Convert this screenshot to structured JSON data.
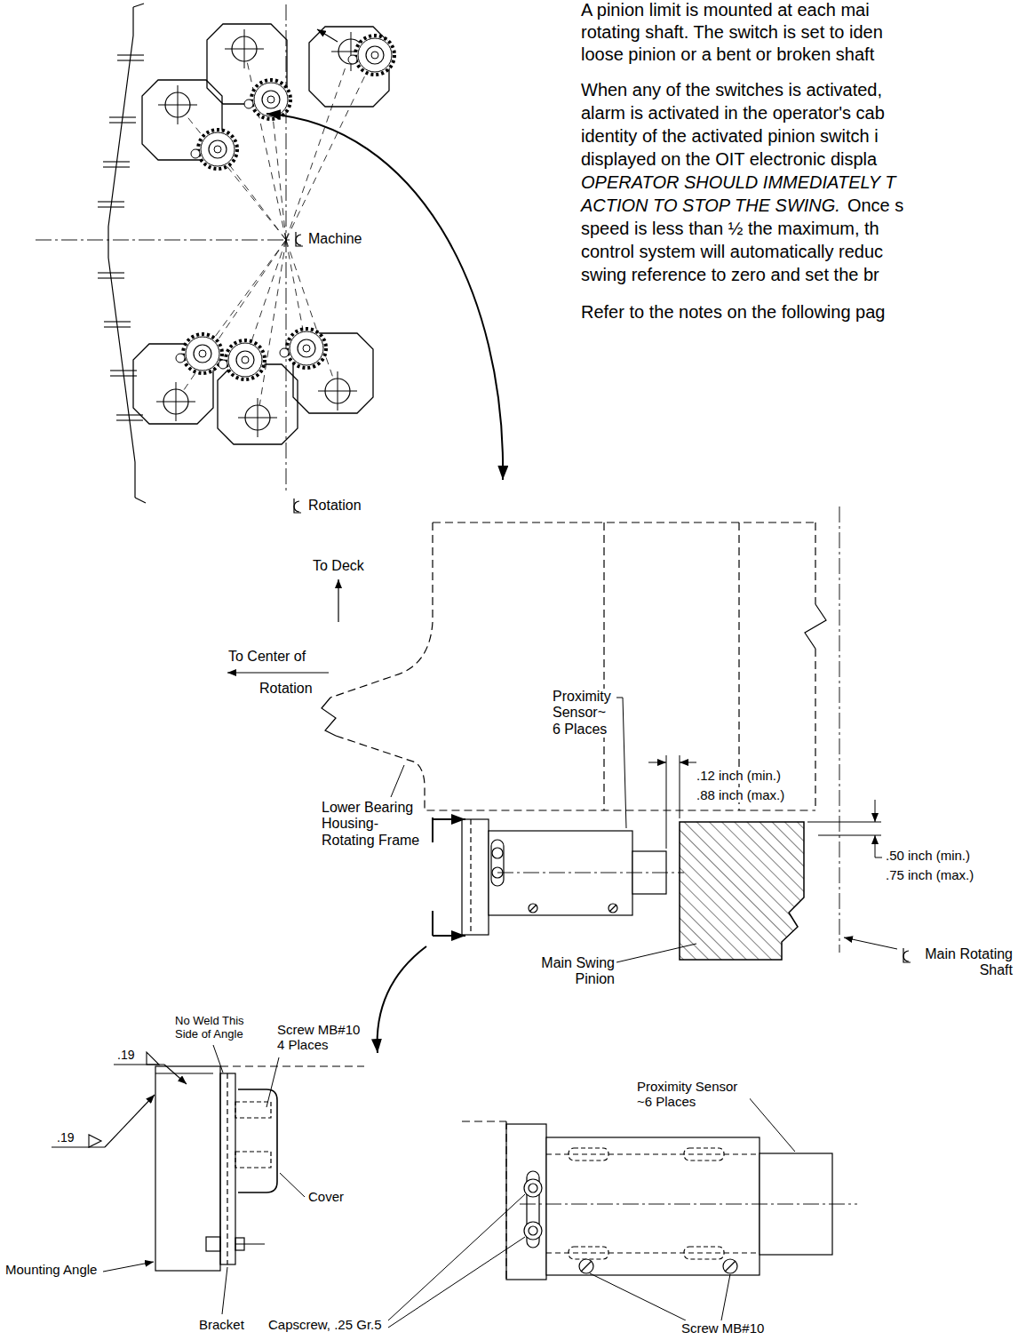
{
  "diagram": {
    "labels": [
      "A pinion limit is mounted at each mai",
      "rotating shaft. The switch is set to iden",
      "loose pinion or a bent or broken shaft",
      "When any of the switches is activated,",
      "alarm is activated in the operator's cab",
      "identity of the activated pinion switch i",
      "displayed on the OIT electronic displa",
      "OPERATOR SHOULD IMMEDIATELY T",
      "ACTION TO STOP THE SWING.",
      "Once s",
      "speed is less than ½ the maximum, th",
      "control system will automatically reduc",
      "swing reference to zero and set the br",
      "Refer to the notes on the following pag",
      "Machine",
      "Rotation",
      "To Deck",
      "To Center of",
      "Rotation",
      "Proximity Sensor~ 6 Places",
      "Lower Bearing Housing- Rotating Frame",
      ".12 inch (min.)",
      ".88 inch (max.)",
      ".50 inch (min.)",
      ".75 inch (max.)",
      "Main Swing Pinion",
      "Main Rotating Shaft",
      "No Weld This Side of Angle",
      ".19",
      "Screw MB#10 4 Places",
      ".19",
      "Cover",
      "Mounting Angle",
      "Bracket",
      "Capscrew, .25 Gr.5",
      "Proximity Sensor ~6 Places",
      "Screw MB#10"
    ]
  }
}
